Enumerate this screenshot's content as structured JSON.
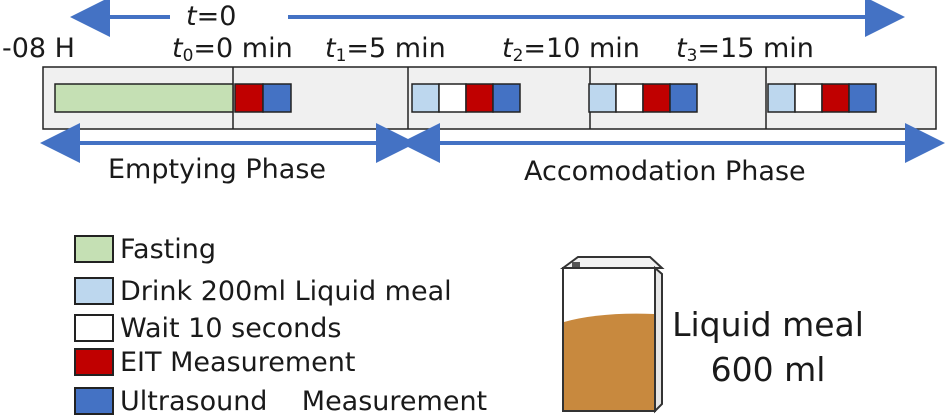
{
  "timeline": {
    "t_label": "t",
    "t_zero": "=0",
    "start_label": "-08 H",
    "marks": [
      {
        "sym": "t",
        "sub": "0",
        "rest": "=0 min"
      },
      {
        "sym": "t",
        "sub": "1",
        "rest": "=5 min"
      },
      {
        "sym": "t",
        "sub": "2",
        "rest": "=10 min"
      },
      {
        "sym": "t",
        "sub": "3",
        "rest": "=15 min"
      }
    ]
  },
  "phases": {
    "emptying": "Emptying Phase",
    "accommodation": "Accomodation Phase"
  },
  "legend": [
    {
      "label": "Fasting",
      "color": "#c5e0b4"
    },
    {
      "label": "Drink 200ml Liquid meal",
      "color": "#bdd7ee"
    },
    {
      "label": "Wait 10 seconds",
      "color": "#ffffff"
    },
    {
      "label": "EIT Measurement",
      "color": "#c00000"
    },
    {
      "label": "Ultrasound    Measurement",
      "color": "#4472c4"
    }
  ],
  "meal": {
    "line1": "Liquid meal",
    "line2": "600 ml"
  },
  "colors": {
    "arrow": "#4472c4",
    "track": "#f0f0f0",
    "liquid": "#c8893e"
  }
}
